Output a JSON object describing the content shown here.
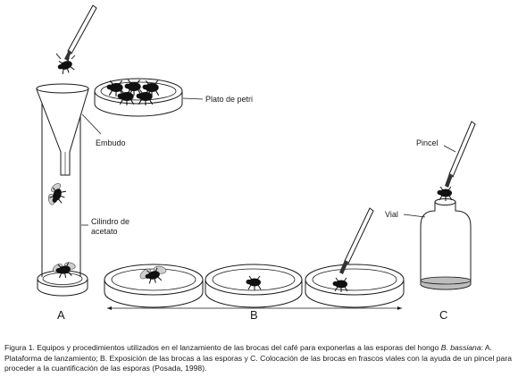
{
  "labels": {
    "plato_petri": "Plato de petri",
    "embudo": "Embudo",
    "cilindro_line1": "Cilindro de",
    "cilindro_line2": "acetato",
    "pincel": "Pincel",
    "vial": "Vial",
    "panel_a": "A",
    "panel_b": "B",
    "panel_c": "C"
  },
  "caption": {
    "part1": "Figura 1. Equipos y procedimientos utilizados en el lanzamiento de las brocas del café para exponerlas a las esporas del hongo ",
    "species": "B. bassiana",
    "part2": ": A. Plataforma de lanzamiento; B. Exposición de las brocas a las esporas y C. Colocación de las brocas en frascos viales con la ayuda de un pincel para proceder a la cuantificación de las esporas (Posada, 1998)."
  },
  "colors": {
    "line": "#1a1a1a",
    "insect": "#111111",
    "wing": "#cfcfcf",
    "vial_bottom": "#bdbdbd"
  }
}
